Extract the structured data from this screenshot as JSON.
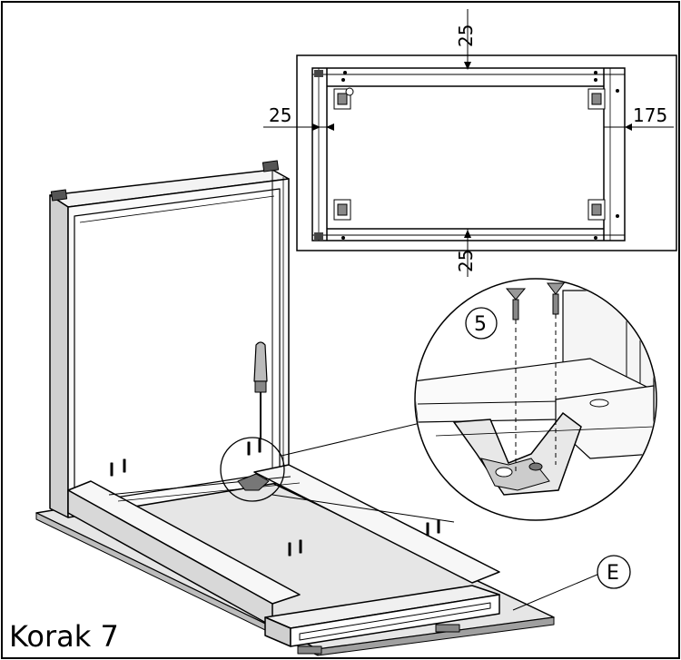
{
  "step_title": "Korak 7",
  "dimensions": {
    "top": "25",
    "left": "25",
    "right": "175",
    "bottom": "25"
  },
  "callouts": {
    "detail_number": "5",
    "part_label": "E"
  }
}
